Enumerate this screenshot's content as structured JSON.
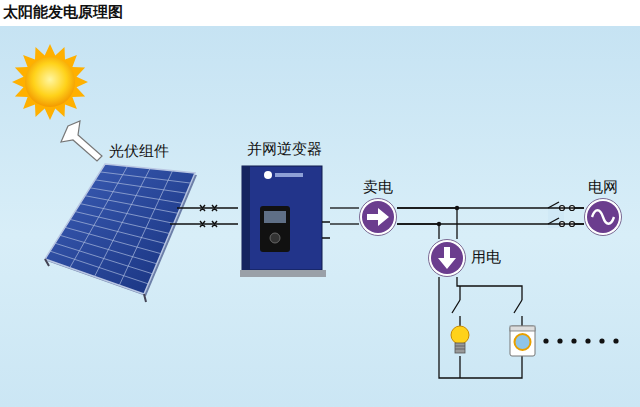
{
  "diagram": {
    "title": "太阳能发电原理图",
    "nodes": [
      {
        "text": [
          "光伏组件"
        ]
      },
      {
        "text": [
          "并网逆变器"
        ]
      },
      {
        "text": [
          "卖电"
        ]
      },
      {
        "text": [
          "用电"
        ]
      },
      {
        "text": [
          "电网"
        ]
      }
    ],
    "edges": [
      {
        "from": 0,
        "to": 1,
        "arrow": "none"
      },
      {
        "from": 1,
        "to": 2,
        "arrow": "none"
      },
      {
        "from": 2,
        "to": 4,
        "arrow": "none"
      },
      {
        "from": 2,
        "to": 3,
        "arrow": "none"
      }
    ]
  }
}
